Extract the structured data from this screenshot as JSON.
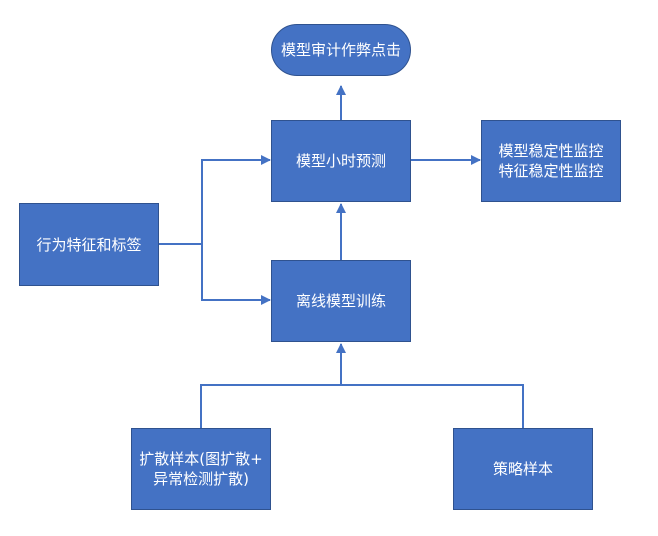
{
  "diagram": {
    "nodes": {
      "audit": {
        "label": "模型审计作弊点击"
      },
      "predict": {
        "label": "模型小时预测"
      },
      "monitor": {
        "lines": [
          "模型稳定性监控",
          "特征稳定性监控"
        ]
      },
      "features": {
        "label": "行为特征和标签"
      },
      "train": {
        "label": "离线模型训练"
      },
      "expand": {
        "lines": [
          "扩散样本(图扩散+",
          "异常检测扩散)"
        ]
      },
      "strategy": {
        "label": "策略样本"
      }
    },
    "colors": {
      "fill": "#4472c4",
      "border": "#2f528f",
      "line": "#4472c4",
      "text": "#ffffff"
    }
  }
}
